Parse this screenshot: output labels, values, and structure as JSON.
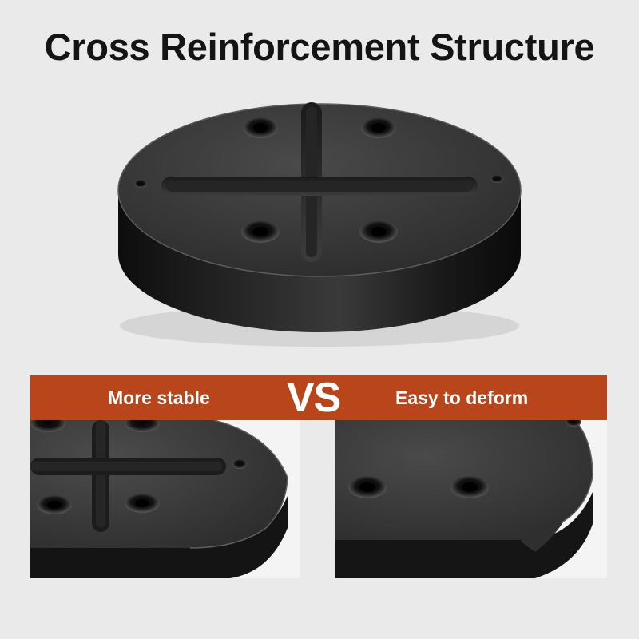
{
  "headline": "Cross Reinforcement Structure",
  "comparison": {
    "left_label": "More stable",
    "separator": "VS",
    "right_label": "Easy to deform"
  },
  "colors": {
    "background": "#eaeaea",
    "banner": "#b9461a",
    "headline_text": "#141414",
    "banner_text": "#ffffff",
    "puck_top": "#3a3a3a",
    "puck_side": "#111111"
  }
}
